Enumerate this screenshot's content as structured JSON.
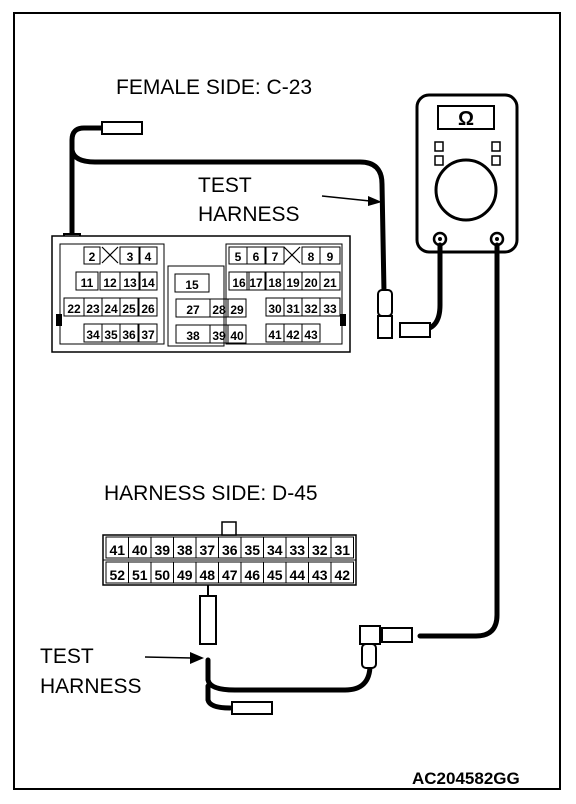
{
  "female_side": {
    "title": "FEMALE SIDE: C-23",
    "pins": [
      "2",
      "3",
      "4",
      "5",
      "6",
      "7",
      "8",
      "9",
      "11",
      "12",
      "13",
      "14",
      "15",
      "16",
      "17",
      "18",
      "19",
      "20",
      "21",
      "22",
      "23",
      "24",
      "25",
      "26",
      "27",
      "28",
      "29",
      "30",
      "31",
      "32",
      "33",
      "34",
      "35",
      "36",
      "37",
      "38",
      "39",
      "40",
      "41",
      "42",
      "43"
    ]
  },
  "harness_side": {
    "title": "HARNESS SIDE: D-45",
    "row1": [
      "41",
      "40",
      "39",
      "38",
      "37",
      "36",
      "35",
      "34",
      "33",
      "32",
      "31"
    ],
    "row2": [
      "52",
      "51",
      "50",
      "49",
      "48",
      "47",
      "46",
      "45",
      "44",
      "43",
      "42"
    ]
  },
  "test_harness_top": {
    "line1": "TEST",
    "line2": "HARNESS"
  },
  "test_harness_bottom": {
    "line1": "TEST",
    "line2": "HARNESS"
  },
  "meter": {
    "symbol": "Ω",
    "icon": "ohmmeter-icon"
  },
  "figure_code": "AC204582GG"
}
